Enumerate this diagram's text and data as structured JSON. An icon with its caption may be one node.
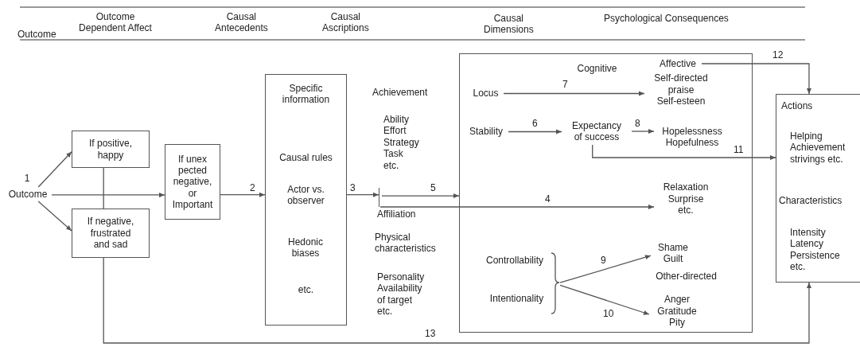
{
  "diagram": {
    "nodes": [
      {
        "text": [
          "Outcome"
        ]
      },
      {
        "text": [
          "If positive, happy"
        ]
      },
      {
        "text": [
          "If negative, frustrated and sad"
        ]
      },
      {
        "text": [
          "If unex pected negative, or Important"
        ]
      },
      {
        "text": [
          "Specific information",
          "Causal rules",
          "Actor vs. observer",
          "Hedonic biases",
          "etc."
        ]
      },
      {
        "text": [],
        "shape": "bar"
      },
      {
        "text": [],
        "shape": "box"
      },
      {
        "text": [
          "Locus"
        ],
        "in": 6
      },
      {
        "text": [
          "Affective"
        ],
        "in": 6
      },
      {
        "text": [
          "Self-directed praise Self-esteen"
        ],
        "in": 6
      },
      {
        "text": [
          "Stability"
        ],
        "in": 6
      },
      {
        "text": [
          "Expectancy of success"
        ],
        "in": 6
      },
      {
        "text": [
          "Hopelessness Hopefulness"
        ],
        "in": 6
      },
      {
        "text": [
          "Relaxation Surprise etc."
        ],
        "in": 6
      },
      {
        "text": [
          "Controllability"
        ],
        "in": 6
      },
      {
        "text": [
          "Intentionality"
        ],
        "in": 6
      },
      {
        "text": [],
        "shape": "brace",
        "in": 6
      },
      {
        "text": [
          "Shame Guilt"
        ],
        "in": 6
      },
      {
        "text": [
          "Anger Gratitude Pity"
        ],
        "in": 6
      },
      {
        "text": [
          "Actions",
          "Helping Achievement strivings etc.",
          "Characteristics",
          "Intensity Latency Persistence etc."
        ]
      }
    ],
    "edges": [
      {
        "from": 0,
        "to": 1,
        "arrow": "to"
      },
      {
        "from": 0,
        "to": 2,
        "arrow": "to"
      },
      {
        "from": 0,
        "to": 3,
        "arrow": "to"
      },
      {
        "from": 1,
        "to": 2,
        "arrow": "none"
      },
      {
        "from": 2,
        "to": 19,
        "arrow": "to",
        "label": "13"
      },
      {
        "from": 3,
        "to": 4,
        "arrow": "to",
        "label": "2"
      },
      {
        "from": 4,
        "to": 5,
        "arrow": "to",
        "label": "3"
      },
      {
        "from": 5,
        "to": 6,
        "arrow": "to",
        "label": "5"
      },
      {
        "from": 5,
        "to": 13,
        "arrow": "to",
        "label": "4"
      },
      {
        "from": 7,
        "to": 9,
        "arrow": "to",
        "label": "7"
      },
      {
        "from": 10,
        "to": 11,
        "arrow": "to",
        "label": "6"
      },
      {
        "from": 11,
        "to": 12,
        "arrow": "to",
        "label": "8"
      },
      {
        "from": 11,
        "to": 19,
        "arrow": "to",
        "label": "11"
      },
      {
        "from": 8,
        "to": 19,
        "arrow": "to",
        "label": "12"
      },
      {
        "from": 16,
        "to": 17,
        "arrow": "to",
        "label": "9"
      },
      {
        "from": 16,
        "to": 18,
        "arrow": "to",
        "label": "10"
      }
    ],
    "labels": [
      "Outcome",
      "Outcome Dependent Affect",
      "Causal Antecedents",
      "Causal Ascriptions",
      "Causal Dimensions",
      "Psychological Consequences",
      "1",
      "Achievement",
      "Ability Effort Strategy Task etc.",
      "Affiliation",
      "Physical characteristics",
      "Personality Availability of target etc.",
      "Cognitive",
      "Other-directed"
    ]
  }
}
